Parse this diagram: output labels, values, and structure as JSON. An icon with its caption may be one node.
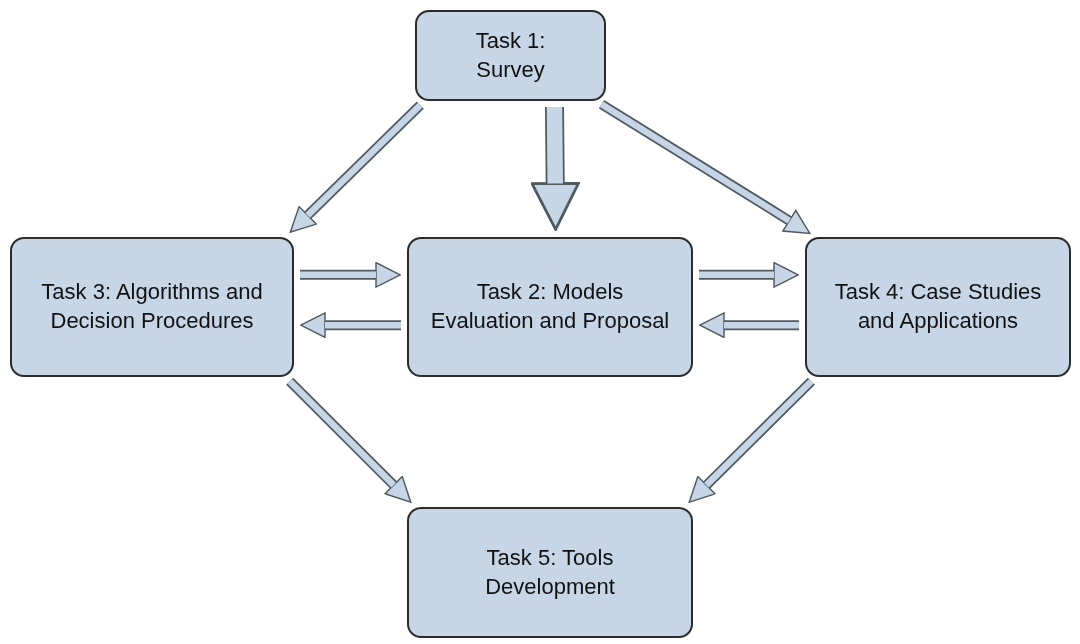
{
  "diagram": {
    "nodes": [
      {
        "text": [
          "Task 1: Survey"
        ]
      },
      {
        "text": [
          "Task 3: Algorithms and Decision Procedures"
        ]
      },
      {
        "text": [
          "Task 2: Models Evaluation and Proposal"
        ]
      },
      {
        "text": [
          "Task 4: Case Studies and Applications"
        ]
      },
      {
        "text": [
          "Task 5: Tools Development"
        ]
      }
    ],
    "edges": [
      {
        "from": 0,
        "to": 1,
        "arrow": "to"
      },
      {
        "from": 0,
        "to": 2,
        "arrow": "to",
        "style": "thick"
      },
      {
        "from": 0,
        "to": 3,
        "arrow": "to"
      },
      {
        "from": 1,
        "to": 2,
        "arrow": "to"
      },
      {
        "from": 2,
        "to": 1,
        "arrow": "to"
      },
      {
        "from": 2,
        "to": 3,
        "arrow": "to"
      },
      {
        "from": 3,
        "to": 2,
        "arrow": "to"
      },
      {
        "from": 1,
        "to": 4,
        "arrow": "to"
      },
      {
        "from": 3,
        "to": 4,
        "arrow": "to"
      }
    ]
  }
}
